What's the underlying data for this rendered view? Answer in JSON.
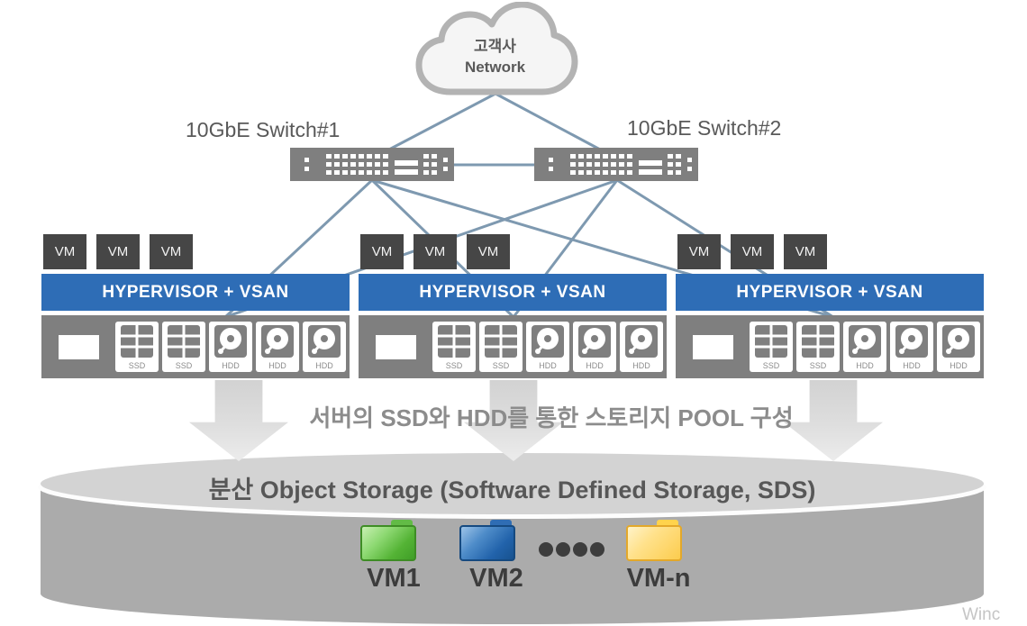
{
  "cloud": {
    "line1": "고객사",
    "line2": "Network"
  },
  "switches": [
    {
      "label": "10GbE Switch#1"
    },
    {
      "label": "10GbE Switch#2"
    }
  ],
  "nodes": [
    {
      "vms": [
        "VM",
        "VM",
        "VM"
      ],
      "hypervisor": "HYPERVISOR + VSAN",
      "drives": [
        "SSD",
        "SSD",
        "HDD",
        "HDD",
        "HDD"
      ]
    },
    {
      "vms": [
        "VM",
        "VM",
        "VM"
      ],
      "hypervisor": "HYPERVISOR + VSAN",
      "drives": [
        "SSD",
        "SSD",
        "HDD",
        "HDD",
        "HDD"
      ]
    },
    {
      "vms": [
        "VM",
        "VM",
        "VM"
      ],
      "hypervisor": "HYPERVISOR + VSAN",
      "drives": [
        "SSD",
        "SSD",
        "HDD",
        "HDD",
        "HDD"
      ]
    }
  ],
  "pool_caption": "서버의 SSD와 HDD를 통한 스토리지 POOL 구성",
  "storage": {
    "title": "분산 Object Storage (Software Defined Storage, SDS)",
    "folders": [
      {
        "label": "VM1",
        "color": "#54b335"
      },
      {
        "label": "VM2",
        "color": "#2263ab"
      },
      {
        "label": "VM-n",
        "color": "#fccc4d"
      }
    ]
  },
  "watermark": "Winc",
  "colors": {
    "hypervisor_blue": "#2e6db6",
    "connection_line": "#7e99b0",
    "vm_box": "#464646",
    "switch_and_tray_gray": "#7f7f7f",
    "cylinder_lid": "#d3d3d3",
    "cylinder_body": "#ababab",
    "arrow_gray": "#d8d8d8"
  }
}
